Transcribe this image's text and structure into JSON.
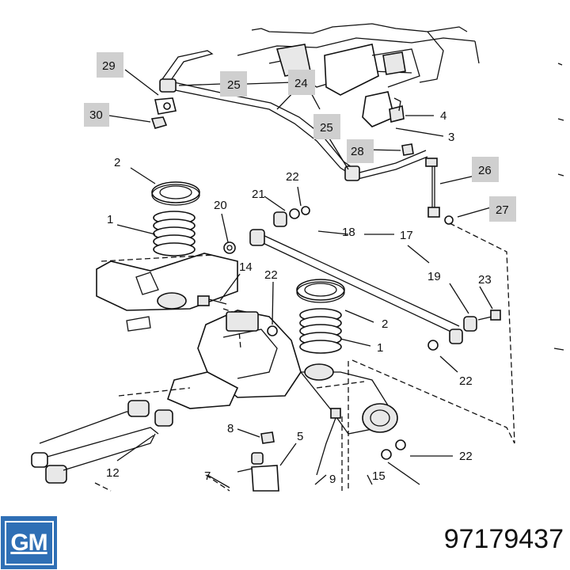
{
  "brand": {
    "logo_text": "GM",
    "color": "#2f6fb5"
  },
  "part_number": "97179437",
  "callouts": {
    "c29": "29",
    "c30": "30",
    "c25a": "25",
    "c24": "24",
    "c25b": "25",
    "c4": "4",
    "c3": "3",
    "c28": "28",
    "c26": "26",
    "c27": "27",
    "c2a": "2",
    "c22a": "22",
    "c21": "21",
    "c20": "20",
    "c1a": "1",
    "c18": "18",
    "c17": "17",
    "c14": "14",
    "c22b": "22",
    "c19": "19",
    "c23": "23",
    "c2b": "2",
    "c1b": "1",
    "c22c": "22",
    "c8": "8",
    "c5": "5",
    "c12": "12",
    "c22d": "22",
    "c7": "7",
    "c9": "9",
    "c15": "15"
  },
  "highlight_color": "#cfcfcf"
}
